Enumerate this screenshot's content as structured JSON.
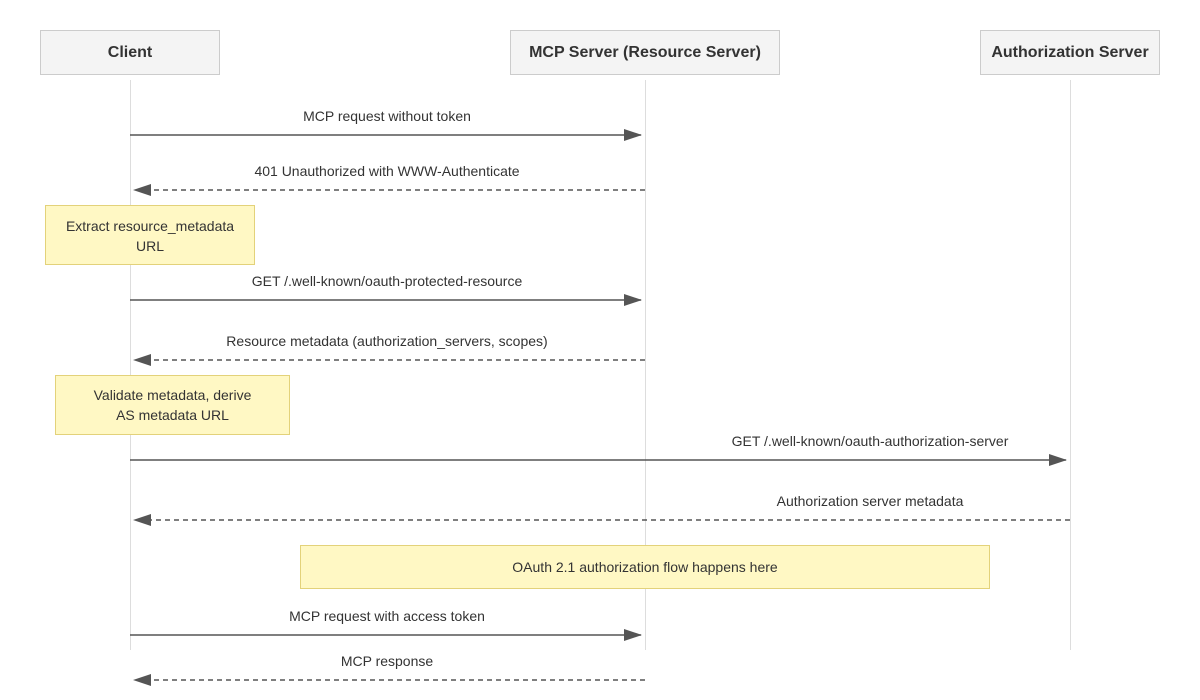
{
  "participants": {
    "client": "Client",
    "mcp_server": "MCP Server (Resource Server)",
    "auth_server": "Authorization Server"
  },
  "messages": [
    {
      "label": "MCP request without token",
      "style": "solid"
    },
    {
      "label": "401 Unauthorized with WWW-Authenticate",
      "style": "dashed"
    },
    {
      "label": "GET /.well-known/oauth-protected-resource",
      "style": "solid"
    },
    {
      "label": "Resource metadata (authorization_servers, scopes)",
      "style": "dashed"
    },
    {
      "label": "GET /.well-known/oauth-authorization-server",
      "style": "solid"
    },
    {
      "label": "Authorization server metadata",
      "style": "dashed"
    },
    {
      "label": "MCP request with access token",
      "style": "solid"
    },
    {
      "label": "MCP response",
      "style": "dashed"
    }
  ],
  "notes": [
    {
      "lines": [
        "Extract resource_metadata URL"
      ]
    },
    {
      "lines": [
        "Validate metadata, derive",
        "AS metadata URL"
      ]
    },
    {
      "lines": [
        "OAuth 2.1 authorization flow happens here"
      ]
    }
  ],
  "colors": {
    "arrow": "#555555",
    "note_fill": "#fff8c4",
    "participant_fill": "#f4f4f4"
  }
}
